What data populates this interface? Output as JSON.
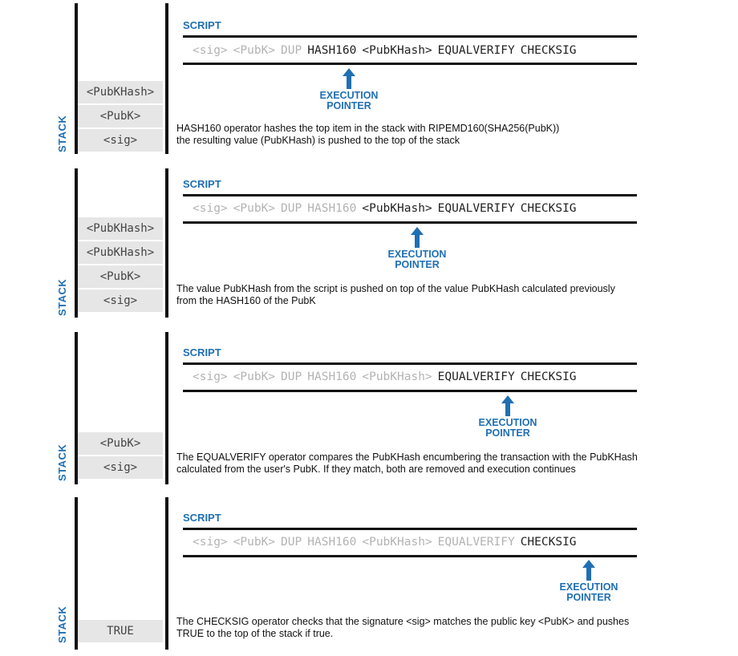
{
  "stack_label": "STACK",
  "script_label": "SCRIPT",
  "pointer_line1": "EXECUTION",
  "pointer_line2": "POINTER",
  "accent_color": "#1f6fb3",
  "arrow_icon": "up-arrow-icon",
  "panels": [
    {
      "stack": [
        "<PubKHash>",
        "<PubK>",
        "<sig>"
      ],
      "script": [
        {
          "text": "<sig>",
          "state": "dim"
        },
        {
          "text": "<PubK>",
          "state": "dim"
        },
        {
          "text": "DUP",
          "state": "dim"
        },
        {
          "text": "HASH160",
          "state": "active"
        },
        {
          "text": "<PubKHash>",
          "state": "active"
        },
        {
          "text": "EQUALVERIFY",
          "state": "active"
        },
        {
          "text": "CHECKSIG",
          "state": "active"
        }
      ],
      "description": [
        "HASH160 operator hashes the top item in the stack with RIPEMD160(SHA256(PubK))",
        "the resulting value (PubKHash) is pushed to the top of the stack"
      ]
    },
    {
      "stack": [
        "<PubKHash>",
        "<PubKHash>",
        "<PubK>",
        "<sig>"
      ],
      "script": [
        {
          "text": "<sig>",
          "state": "dim"
        },
        {
          "text": "<PubK>",
          "state": "dim"
        },
        {
          "text": "DUP",
          "state": "dim"
        },
        {
          "text": "HASH160",
          "state": "dim"
        },
        {
          "text": "<PubKHash>",
          "state": "active"
        },
        {
          "text": "EQUALVERIFY",
          "state": "active"
        },
        {
          "text": "CHECKSIG",
          "state": "active"
        }
      ],
      "description": [
        "The value PubKHash from the script is pushed on top of the value PubKHash calculated previously",
        "from the HASH160 of the PubK"
      ]
    },
    {
      "stack": [
        "<PubK>",
        "<sig>"
      ],
      "script": [
        {
          "text": "<sig>",
          "state": "dim"
        },
        {
          "text": "<PubK>",
          "state": "dim"
        },
        {
          "text": "DUP",
          "state": "dim"
        },
        {
          "text": "HASH160",
          "state": "dim"
        },
        {
          "text": "<PubKHash>",
          "state": "dim"
        },
        {
          "text": "EQUALVERIFY",
          "state": "active"
        },
        {
          "text": "CHECKSIG",
          "state": "active"
        }
      ],
      "description": [
        "The EQUALVERIFY operator compares the PubKHash encumbering the transaction with the PubKHash",
        "calculated from the user's PubK. If they match, both are removed and execution continues"
      ]
    },
    {
      "stack": [
        "TRUE"
      ],
      "script": [
        {
          "text": "<sig>",
          "state": "dim"
        },
        {
          "text": "<PubK>",
          "state": "dim"
        },
        {
          "text": "DUP",
          "state": "dim"
        },
        {
          "text": "HASH160",
          "state": "dim"
        },
        {
          "text": "<PubKHash>",
          "state": "dim"
        },
        {
          "text": "EQUALVERIFY",
          "state": "dim"
        },
        {
          "text": "CHECKSIG",
          "state": "active"
        }
      ],
      "description": [
        "The CHECKSIG operator checks that the signature <sig> matches the public key <PubK> and pushes",
        "TRUE to the top of the stack if true."
      ]
    }
  ]
}
